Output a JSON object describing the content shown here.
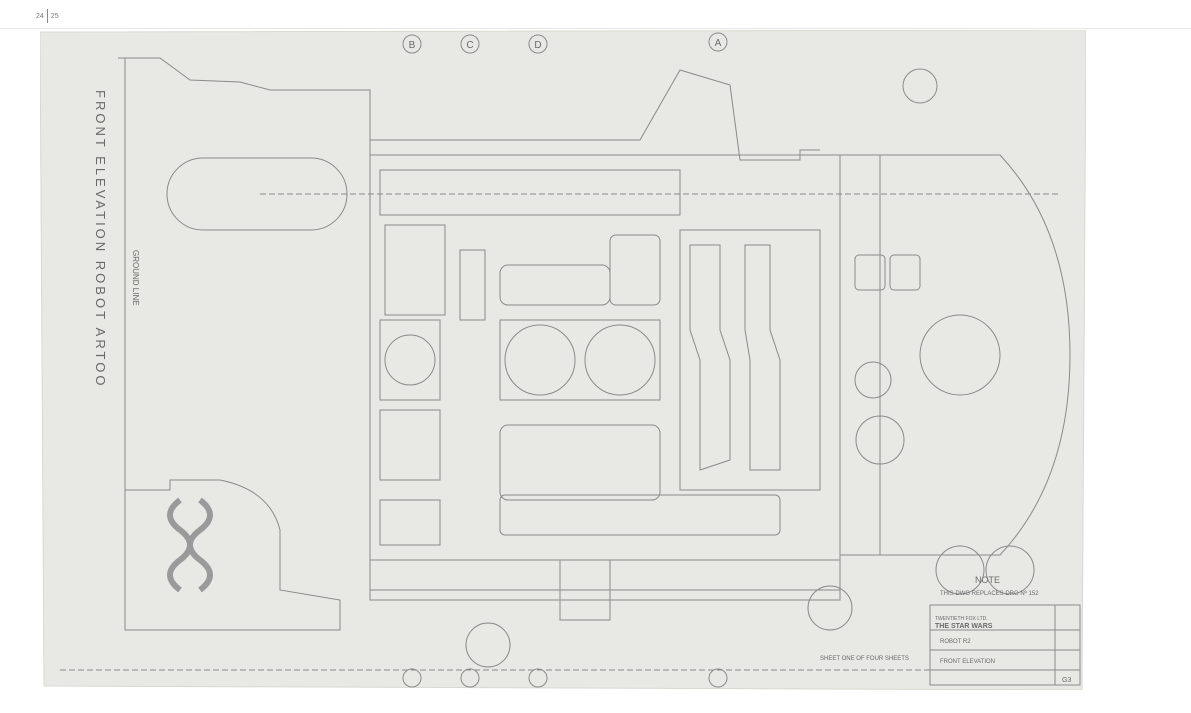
{
  "viewer": {
    "page_left": "24",
    "page_right": "25"
  },
  "blueprint": {
    "side_title": "FRONT ELEVATION   ROBOT   ARTOO",
    "ground_line": "GROUND LINE",
    "section_markers": [
      "B",
      "C",
      "D",
      "A"
    ],
    "note_title": "NOTE",
    "note_text": "THIS DWG REPLACES DRG Nº 152",
    "title_company": "TWENTIETH FOX LTD.",
    "title_film": "THE STAR WARS",
    "title_set": "ROBOT R2",
    "title_details": "FRONT ELEVATION",
    "sheet_text": "SHEET ONE OF FOUR SHEETS",
    "drawing_no": "G3"
  },
  "colors": {
    "paper": "#e8e9e4",
    "line": "#8a8a8a"
  }
}
